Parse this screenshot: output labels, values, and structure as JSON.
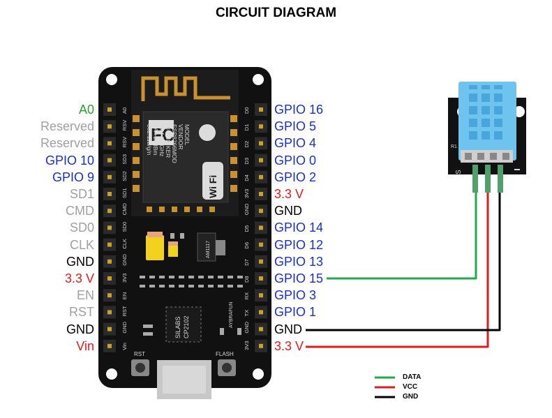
{
  "title": "CIRCUIT DIAGRAM",
  "left_labels": [
    {
      "text": "A0",
      "color": "#2aa12a"
    },
    {
      "text": "Reserved",
      "color": "#a0a0a0"
    },
    {
      "text": "Reserved",
      "color": "#a0a0a0"
    },
    {
      "text": "GPIO 10",
      "color": "#1a2fc9"
    },
    {
      "text": "GPIO 9",
      "color": "#1a2fc9"
    },
    {
      "text": "SD1",
      "color": "#a0a0a0"
    },
    {
      "text": "CMD",
      "color": "#a0a0a0"
    },
    {
      "text": "SD0",
      "color": "#a0a0a0"
    },
    {
      "text": "CLK",
      "color": "#a0a0a0"
    },
    {
      "text": "GND",
      "color": "#000000"
    },
    {
      "text": "3.3 V",
      "color": "#e01b1b"
    },
    {
      "text": "EN",
      "color": "#a0a0a0"
    },
    {
      "text": "RST",
      "color": "#a0a0a0"
    },
    {
      "text": "GND",
      "color": "#000000"
    },
    {
      "text": "Vin",
      "color": "#e01b1b"
    }
  ],
  "right_labels": [
    {
      "text": "GPIO 16",
      "color": "#1a2fc9"
    },
    {
      "text": "GPIO 5",
      "color": "#1a2fc9"
    },
    {
      "text": "GPIO 4",
      "color": "#1a2fc9"
    },
    {
      "text": "GPIO 0",
      "color": "#1a2fc9"
    },
    {
      "text": "GPIO 2",
      "color": "#1a2fc9"
    },
    {
      "text": "3.3 V",
      "color": "#e01b1b"
    },
    {
      "text": "GND",
      "color": "#000000"
    },
    {
      "text": "GPIO 14",
      "color": "#1a2fc9"
    },
    {
      "text": "GPIO 12",
      "color": "#1a2fc9"
    },
    {
      "text": "GPIO 13",
      "color": "#1a2fc9"
    },
    {
      "text": "GPIO 15",
      "color": "#1a2fc9"
    },
    {
      "text": "GPIO 3",
      "color": "#1a2fc9"
    },
    {
      "text": "GPIO 1",
      "color": "#1a2fc9"
    },
    {
      "text": "GND",
      "color": "#000000"
    },
    {
      "text": "3.3 V",
      "color": "#e01b1b"
    }
  ],
  "board_pins_left": [
    "A0",
    "RSV",
    "RSV",
    "SD3",
    "SD2",
    "SD1",
    "CMD",
    "SD0",
    "CLK",
    "GND",
    "3V3",
    "EN",
    "RST",
    "GND",
    "Vin"
  ],
  "board_pins_right": [
    "D0",
    "D1",
    "D2",
    "D3",
    "D4",
    "3V3",
    "GND",
    "D5",
    "D6",
    "D7",
    "D8",
    "RX",
    "TX",
    "GND",
    "3V3"
  ],
  "module_text": {
    "lines": [
      "MODEL",
      "VENDOR",
      "ESP8266MOD",
      "AI-THINKER",
      "ISM 2.4GHz",
      "PA +25dBm",
      "802.11b/g/n"
    ],
    "wifi": "Wi Fi"
  },
  "chips": {
    "regulator": "AM1117",
    "usb_chip_1": "SILABS",
    "usb_chip_2": "CP2102",
    "brand": "AYBRAFUN"
  },
  "buttons": {
    "rst": "RST",
    "flash": "FLASH"
  },
  "sensor_label": "S",
  "sensor_pin_mark": "R1",
  "legend": [
    {
      "label": "DATA",
      "color": "#22a94a"
    },
    {
      "label": "VCC",
      "color": "#e01b1b"
    },
    {
      "label": "GND",
      "color": "#000000"
    }
  ]
}
